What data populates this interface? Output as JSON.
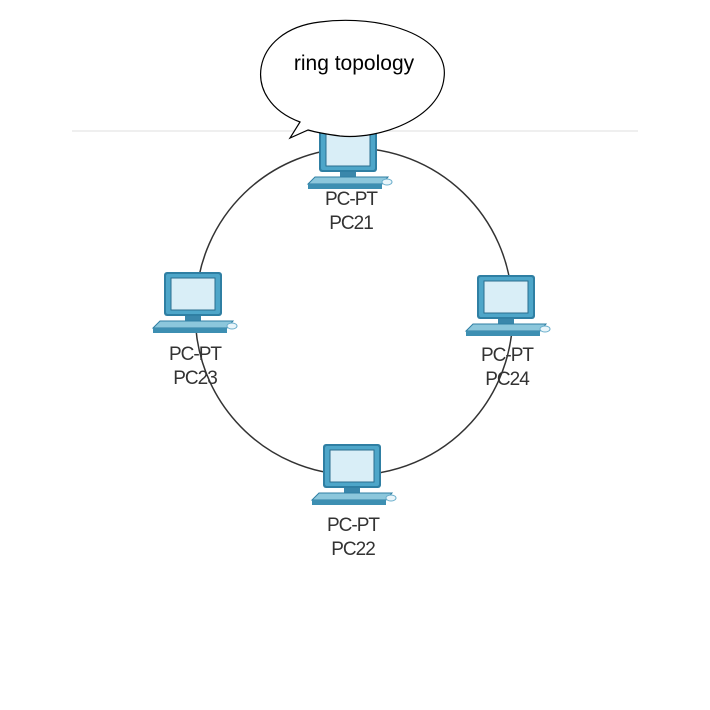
{
  "diagram": {
    "callout": {
      "text": "ring topology"
    },
    "nodes": [
      {
        "id": "pc21",
        "type_label": "PC-PT",
        "name": "PC21"
      },
      {
        "id": "pc24",
        "type_label": "PC-PT",
        "name": "PC24"
      },
      {
        "id": "pc22",
        "type_label": "PC-PT",
        "name": "PC22"
      },
      {
        "id": "pc23",
        "type_label": "PC-PT",
        "name": "PC23"
      }
    ],
    "links": [
      {
        "from": "pc21",
        "to": "pc24"
      },
      {
        "from": "pc24",
        "to": "pc22"
      },
      {
        "from": "pc22",
        "to": "pc23"
      },
      {
        "from": "pc23",
        "to": "pc21"
      }
    ],
    "colors": {
      "link": "#333333",
      "monitor_frame": "#3d8fb2",
      "monitor_screen": "#d9eef7",
      "keyboard": "#4fa3c4",
      "canvas_line": "#eeeeee",
      "callout_fill": "#ffffff",
      "callout_stroke": "#000000"
    }
  }
}
